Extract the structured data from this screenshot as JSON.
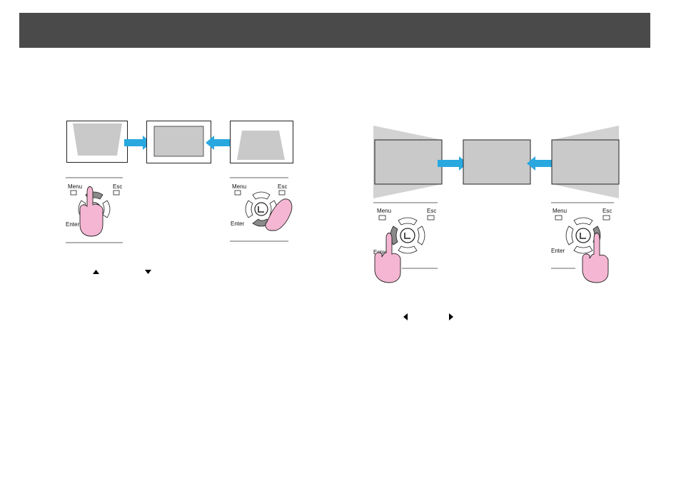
{
  "colors": {
    "header_bar": "#4a4a4a",
    "screen_fill": "#c9c9c9",
    "arrow_fill": "#29a8e0",
    "finger_fill": "#f4b6d2",
    "button_pressed": "#8a8a8a"
  },
  "remote": {
    "menu_label": "Menu",
    "esc_label": "Esc",
    "enter_label": "Enter"
  },
  "icons": {
    "up_arrow": "triangle-up-icon",
    "down_arrow": "triangle-down-icon",
    "left_arrow": "triangle-left-icon",
    "right_arrow": "triangle-right-icon",
    "transition_arrow": "blue-block-arrow-icon",
    "finger": "pointing-finger-icon"
  }
}
